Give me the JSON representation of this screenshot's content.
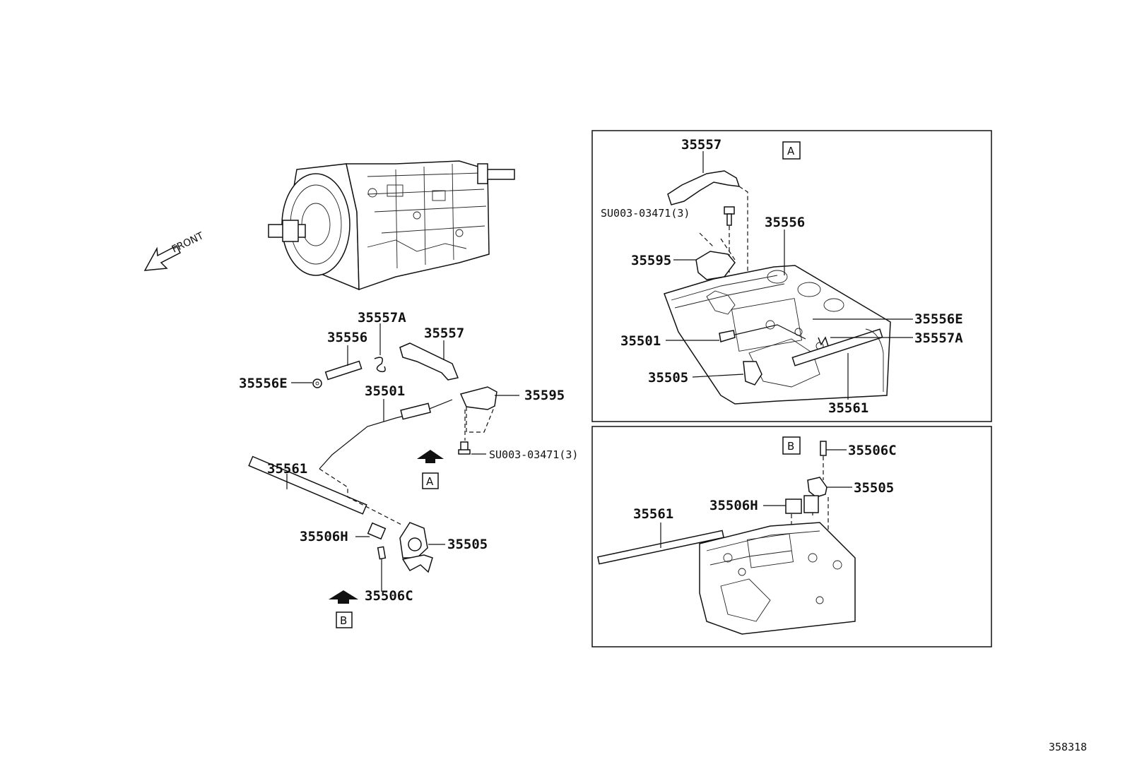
{
  "diagram": {
    "front_label": "FRONT",
    "ref_number": "358318",
    "main_labels": {
      "p35557A": "35557A",
      "p35556": "35556",
      "p35557": "35557",
      "p35556E": "35556E",
      "p35501": "35501",
      "p35595": "35595",
      "bolt": "SU003-03471(3)",
      "p35561": "35561",
      "p35506H": "35506H",
      "p35505": "35505",
      "p35506C": "35506C"
    },
    "view_keys": {
      "a": "A",
      "b": "B"
    },
    "detail_a": {
      "key": "A",
      "labels": {
        "p35557": "35557",
        "bolt": "SU003-03471(3)",
        "p35556": "35556",
        "p35595": "35595",
        "p35556E": "35556E",
        "p35501": "35501",
        "p35557A": "35557A",
        "p35505": "35505",
        "p35561": "35561"
      }
    },
    "detail_b": {
      "key": "B",
      "labels": {
        "p35506C": "35506C",
        "p35505": "35505",
        "p35561": "35561",
        "p35506H": "35506H"
      }
    }
  }
}
